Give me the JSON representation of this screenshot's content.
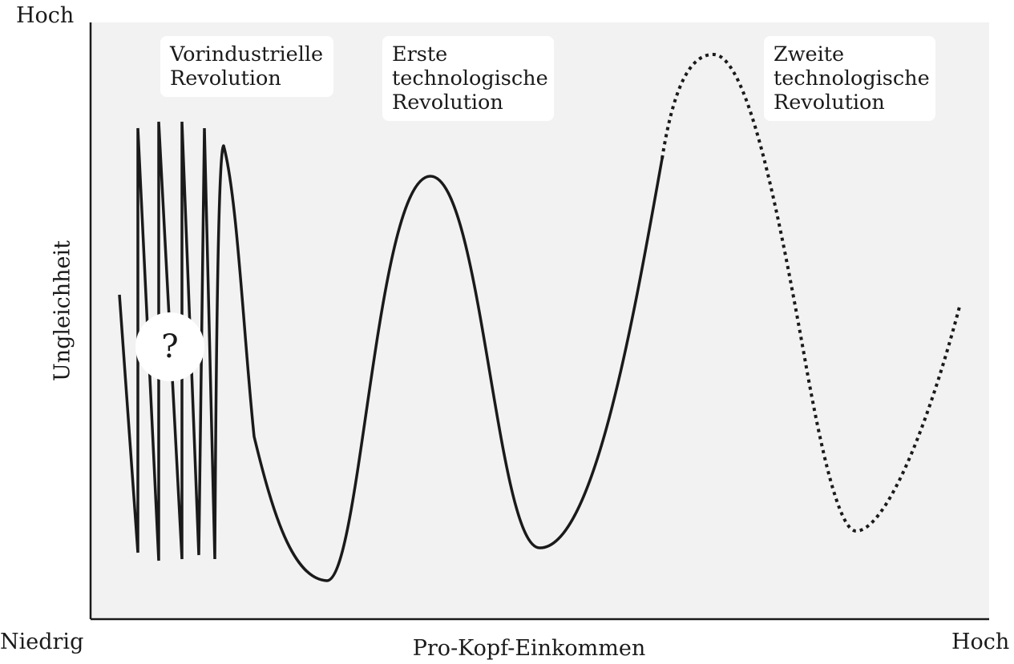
{
  "axes": {
    "y_label": "Ungleichheit",
    "y_high": "Hoch",
    "x_label": "Pro-Kopf-Einkommen",
    "x_high": "Hoch",
    "origin": "Niedrig"
  },
  "eras": [
    {
      "lines": [
        "Vorindustrielle",
        "Revolution"
      ]
    },
    {
      "lines": [
        "Erste",
        "technologische",
        "Revolution"
      ]
    },
    {
      "lines": [
        "Zweite",
        "technologische",
        "Revolution"
      ]
    }
  ],
  "unknown_marker": "?",
  "colors": {
    "plot_background": "#f2f2f2",
    "curve": "#1a1a1a",
    "axis": "#1a1a1a"
  }
}
